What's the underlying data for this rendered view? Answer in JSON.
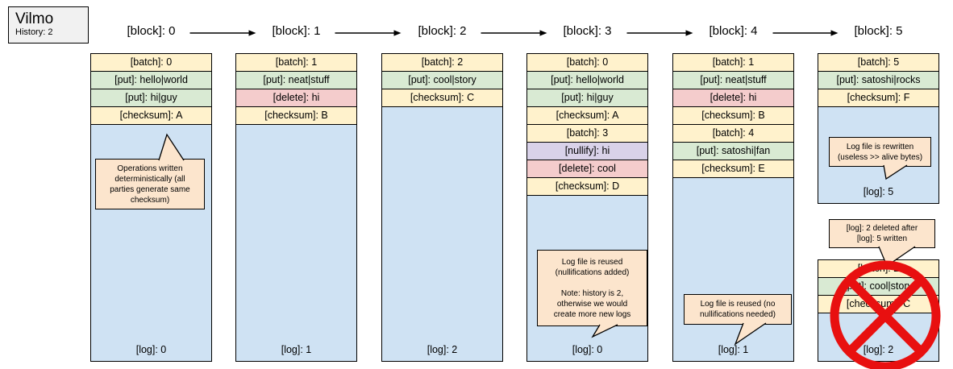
{
  "app": {
    "title": "Vilmo",
    "subtitle": "History: 2"
  },
  "colors": {
    "batch_checksum_row": "#fff2cc",
    "put_row": "#d9ead3",
    "delete_row": "#f4cccc",
    "nullify_row": "#d9d2e9",
    "log_area": "#cfe2f3",
    "callout": "#fce5cd",
    "legend_bg": "#f1f1f1",
    "cross_red": "#e81010",
    "border": "#000000"
  },
  "columns": [
    {
      "header": "[block]: 0",
      "ops": [
        {
          "type": "batch",
          "label": "[batch]: 0"
        },
        {
          "type": "put",
          "label": "[put]: hello|world"
        },
        {
          "type": "put",
          "label": "[put]: hi|guy"
        },
        {
          "type": "checksum",
          "label": "[checksum]: A"
        }
      ],
      "log": "[log]: 0"
    },
    {
      "header": "[block]: 1",
      "ops": [
        {
          "type": "batch",
          "label": "[batch]: 1"
        },
        {
          "type": "put",
          "label": "[put]: neat|stuff"
        },
        {
          "type": "delete",
          "label": "[delete]: hi"
        },
        {
          "type": "checksum",
          "label": "[checksum]: B"
        }
      ],
      "log": "[log]: 1"
    },
    {
      "header": "[block]: 2",
      "ops": [
        {
          "type": "batch",
          "label": "[batch]: 2"
        },
        {
          "type": "put",
          "label": "[put]: cool|story"
        },
        {
          "type": "checksum",
          "label": "[checksum]: C"
        }
      ],
      "log": "[log]: 2"
    },
    {
      "header": "[block]: 3",
      "ops": [
        {
          "type": "batch",
          "label": "[batch]: 0"
        },
        {
          "type": "put",
          "label": "[put]: hello|world"
        },
        {
          "type": "put",
          "label": "[put]: hi|guy"
        },
        {
          "type": "checksum",
          "label": "[checksum]: A"
        },
        {
          "type": "batch",
          "label": "[batch]: 3"
        },
        {
          "type": "nullify",
          "label": "[nullify]: hi"
        },
        {
          "type": "delete",
          "label": "[delete]: cool"
        },
        {
          "type": "checksum",
          "label": "[checksum]: D"
        }
      ],
      "log": "[log]: 0"
    },
    {
      "header": "[block]: 4",
      "ops": [
        {
          "type": "batch",
          "label": "[batch]: 1"
        },
        {
          "type": "put",
          "label": "[put]: neat|stuff"
        },
        {
          "type": "delete",
          "label": "[delete]: hi"
        },
        {
          "type": "checksum",
          "label": "[checksum]: B"
        },
        {
          "type": "batch",
          "label": "[batch]: 4"
        },
        {
          "type": "put",
          "label": "[put]: satoshi|fan"
        },
        {
          "type": "checksum",
          "label": "[checksum]: E"
        }
      ],
      "log": "[log]: 1"
    },
    {
      "header": "[block]: 5",
      "ops": [
        {
          "type": "batch",
          "label": "[batch]: 5"
        },
        {
          "type": "put",
          "label": "[put]: satoshi|rocks"
        },
        {
          "type": "checksum",
          "label": "[checksum]: F"
        }
      ],
      "log": "[log]: 5"
    }
  ],
  "deleted_block": {
    "ops": [
      {
        "type": "batch",
        "label": "[batch]: 2"
      },
      {
        "type": "put",
        "label": "[put]: cool|story"
      },
      {
        "type": "checksum",
        "label": "[checksum]: C"
      }
    ],
    "log": "[log]: 2"
  },
  "callouts": {
    "operations": "Operations written\ndeterministically (all\nparties generate same\nchecksum)",
    "reused_nullifications": "Log file is reused\n(nullifications added)\n\nNote: history is 2,\notherwise we would\ncreate more new logs",
    "reused_no_nullifications": "Log file is reused (no\nnullifications needed)",
    "rewritten": "Log file is rewritten\n(useless >> alive bytes)",
    "deleted_after": "[log]: 2 deleted after\n[log]: 5 written"
  }
}
